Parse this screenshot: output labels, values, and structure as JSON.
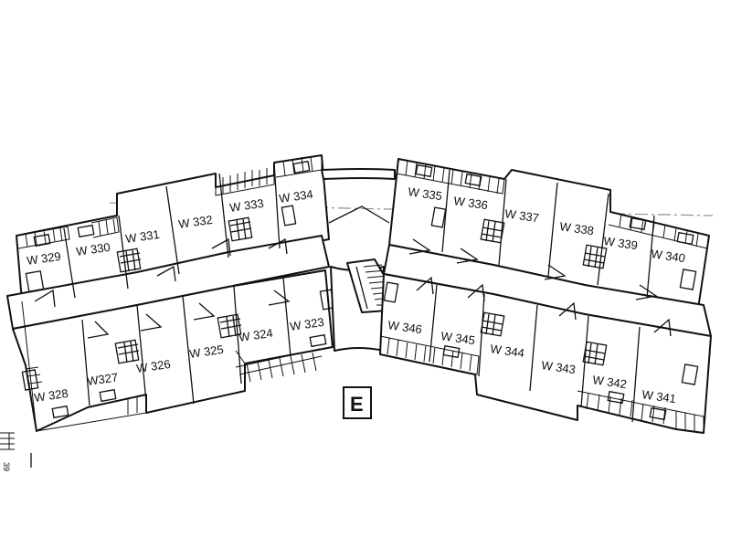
{
  "wing": {
    "label": "E"
  },
  "units": [
    {
      "id": "W 329"
    },
    {
      "id": "W 330"
    },
    {
      "id": "W 331"
    },
    {
      "id": "W 332"
    },
    {
      "id": "W 333"
    },
    {
      "id": "W 334"
    },
    {
      "id": "W 335"
    },
    {
      "id": "W 336"
    },
    {
      "id": "W 337"
    },
    {
      "id": "W 338"
    },
    {
      "id": "W 339"
    },
    {
      "id": "W 340"
    },
    {
      "id": "W 328"
    },
    {
      "id": "W327"
    },
    {
      "id": "W 326"
    },
    {
      "id": "W 325"
    },
    {
      "id": "W 324"
    },
    {
      "id": "W 323"
    },
    {
      "id": "W 346"
    },
    {
      "id": "W 345"
    },
    {
      "id": "W 344"
    },
    {
      "id": "W 343"
    },
    {
      "id": "W 342"
    },
    {
      "id": "W 341"
    }
  ],
  "edge_mark": {
    "text": "39"
  }
}
